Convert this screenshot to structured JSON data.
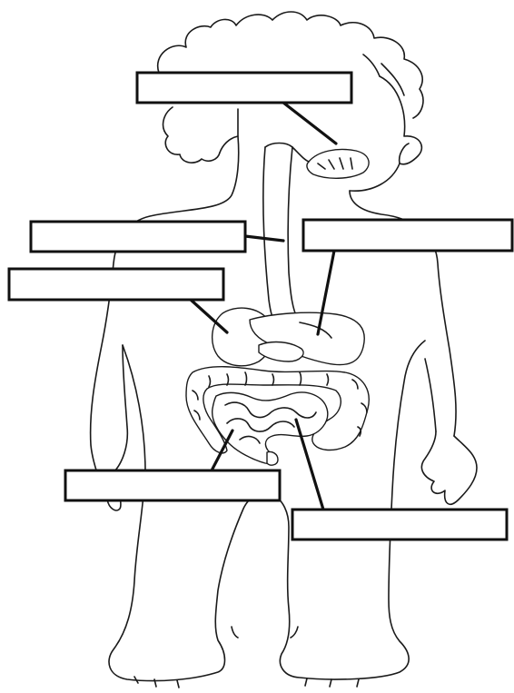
{
  "diagram": {
    "labels": [
      {
        "id": "mouth-label",
        "text": ""
      },
      {
        "id": "esophagus-label",
        "text": ""
      },
      {
        "id": "liver-label",
        "text": ""
      },
      {
        "id": "stomach-label",
        "text": ""
      },
      {
        "id": "large-intestine-label",
        "text": ""
      },
      {
        "id": "small-intestine-label",
        "text": ""
      }
    ]
  }
}
